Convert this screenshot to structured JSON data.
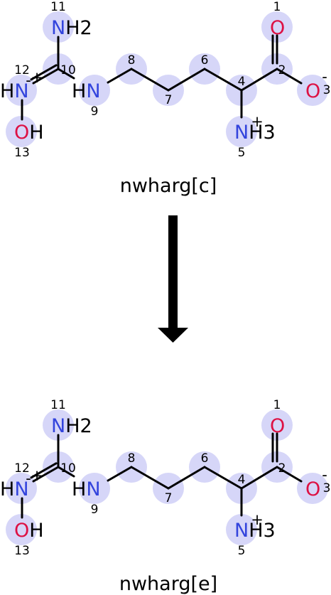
{
  "colors": {
    "nitrogen": "#3344dd",
    "oxygen": "#dd1144",
    "hydrogen": "#000000",
    "highlight": "#d6d6f8",
    "bond": "#000000"
  },
  "molecules": [
    {
      "name": "nwharg[c]",
      "atoms": [
        {
          "id": 1,
          "label": "1",
          "element": "O"
        },
        {
          "id": 2,
          "label": "2",
          "element": ""
        },
        {
          "id": 3,
          "label": "3",
          "element": "O",
          "charge": "-"
        },
        {
          "id": 4,
          "label": "4",
          "element": ""
        },
        {
          "id": 5,
          "label": "5",
          "element": "N",
          "hydrogens": "H",
          "hcount": "3",
          "charge": "+"
        },
        {
          "id": 6,
          "label": "6",
          "element": ""
        },
        {
          "id": 7,
          "label": "7",
          "element": ""
        },
        {
          "id": 8,
          "label": "8",
          "element": ""
        },
        {
          "id": 9,
          "label": "9",
          "element": "N",
          "hydrogens": "H"
        },
        {
          "id": 10,
          "label": "10",
          "element": "",
          "charge": "+"
        },
        {
          "id": 11,
          "label": "11",
          "element": "N",
          "hydrogens": "H",
          "hcount": "2"
        },
        {
          "id": 12,
          "label": "12",
          "element": "N",
          "hydrogens": "H",
          "charge": "-"
        },
        {
          "id": 13,
          "label": "13",
          "element": "O",
          "hydrogens": "H"
        }
      ]
    },
    {
      "name": "nwharg[e]",
      "atoms": [
        {
          "id": 1,
          "label": "1",
          "element": "O"
        },
        {
          "id": 2,
          "label": "2",
          "element": ""
        },
        {
          "id": 3,
          "label": "3",
          "element": "O",
          "charge": "-"
        },
        {
          "id": 4,
          "label": "4",
          "element": ""
        },
        {
          "id": 5,
          "label": "5",
          "element": "N",
          "hydrogens": "H",
          "hcount": "3",
          "charge": "+"
        },
        {
          "id": 6,
          "label": "6",
          "element": ""
        },
        {
          "id": 7,
          "label": "7",
          "element": ""
        },
        {
          "id": 8,
          "label": "8",
          "element": ""
        },
        {
          "id": 9,
          "label": "9",
          "element": "N",
          "hydrogens": "H"
        },
        {
          "id": 10,
          "label": "10",
          "element": "",
          "charge": "+"
        },
        {
          "id": 11,
          "label": "11",
          "element": "N",
          "hydrogens": "H",
          "hcount": "2"
        },
        {
          "id": 12,
          "label": "12",
          "element": "N",
          "hydrogens": "H",
          "charge": "-"
        },
        {
          "id": 13,
          "label": "13",
          "element": "O",
          "hydrogens": "H"
        }
      ]
    }
  ]
}
